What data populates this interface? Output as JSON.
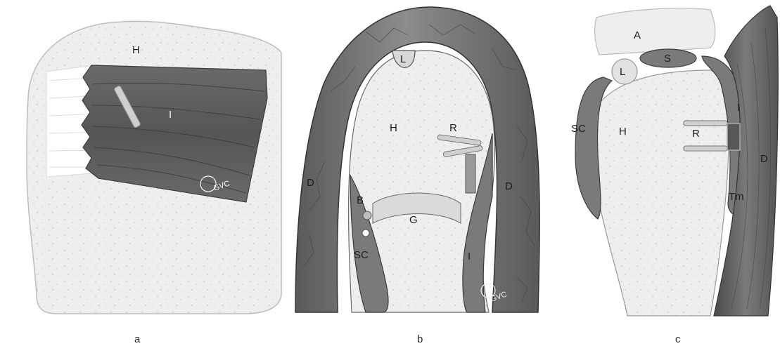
{
  "panels": [
    {
      "caption": "a",
      "labels": {
        "humerus": "H",
        "infraspinatus": "I"
      },
      "signature": "GVC"
    },
    {
      "caption": "b",
      "labels": {
        "labrum": "L",
        "humerus": "H",
        "repair": "R",
        "deltoid_left": "D",
        "deltoid_right": "D",
        "biceps": "B",
        "glenoid": "G",
        "subscapularis": "SC",
        "infraspinatus": "I"
      },
      "signature": "GVC"
    },
    {
      "caption": "c",
      "labels": {
        "acromion": "A",
        "supraspinatus": "S",
        "labrum": "L",
        "subscapularis": "SC",
        "humerus": "H",
        "repair": "R",
        "infraspinatus": "I",
        "deltoid": "D",
        "teres_minor": "Tm"
      }
    }
  ]
}
